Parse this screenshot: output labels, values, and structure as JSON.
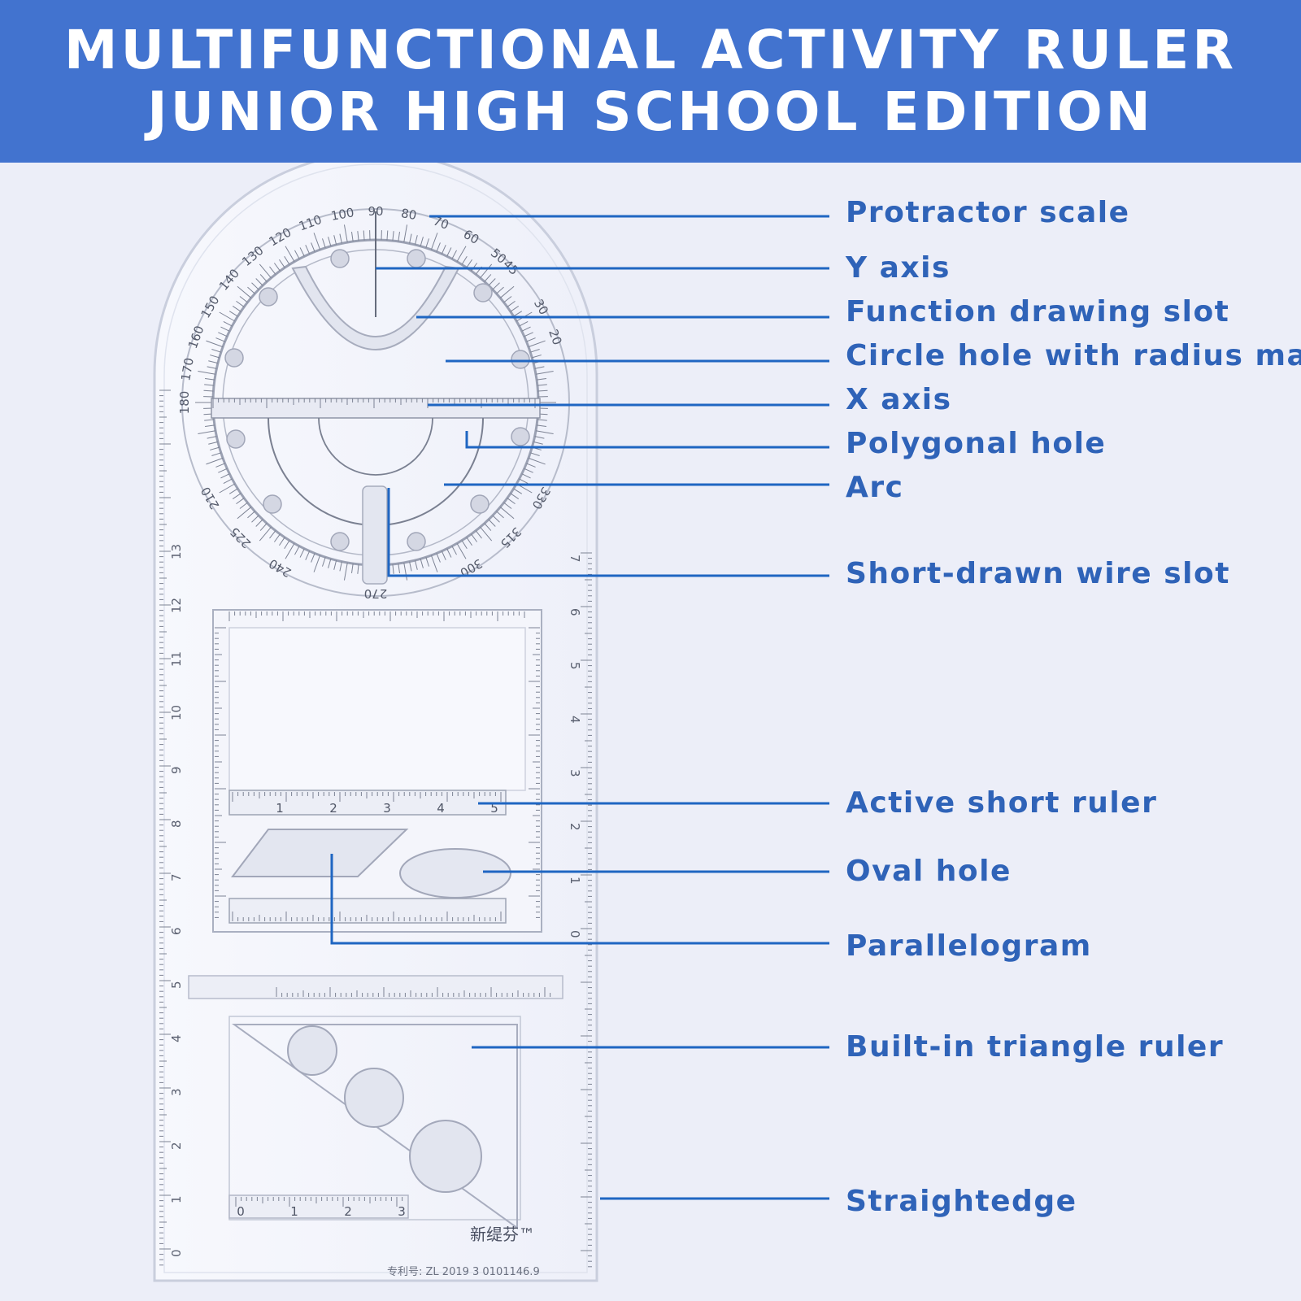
{
  "header": {
    "title_line1": "MULTIFUNCTIONAL ACTIVITY RULER",
    "title_line2": "JUNIOR HIGH SCHOOL EDITION",
    "background_color": "#4273cf"
  },
  "callouts": [
    {
      "label": "Protractor scale"
    },
    {
      "label": "Y axis"
    },
    {
      "label": "Function drawing slot"
    },
    {
      "label": "Circle hole with radius mark"
    },
    {
      "label": "X axis"
    },
    {
      "label": "Polygonal hole"
    },
    {
      "label": "Arc"
    },
    {
      "label": "Short-drawn wire slot"
    },
    {
      "label": "Active short ruler"
    },
    {
      "label": "Oval hole"
    },
    {
      "label": "Parallelogram"
    },
    {
      "label": "Built-in triangle ruler"
    },
    {
      "label": "Straightedge"
    }
  ],
  "ruler": {
    "protractor_labels": [
      "90",
      "100",
      "110",
      "120",
      "130",
      "140",
      "150",
      "160",
      "170",
      "180",
      "80",
      "70",
      "60",
      "50",
      "45",
      "30",
      "20",
      "210",
      "225",
      "240",
      "270",
      "300",
      "315",
      "330"
    ],
    "left_scale": [
      "13",
      "12",
      "11",
      "10",
      "9",
      "8",
      "7",
      "6",
      "5",
      "4",
      "3",
      "2",
      "1",
      "0"
    ],
    "right_scale": [
      "7",
      "6",
      "5",
      "4",
      "3",
      "2",
      "1",
      "0"
    ],
    "short_ruler_labels": [
      "1",
      "2",
      "3",
      "4",
      "5"
    ],
    "triangle_labels": [
      "0",
      "1",
      "2",
      "3"
    ],
    "brand": "新缇芬™",
    "patent": "专利号: ZL 2019 3 0101146.9",
    "line_color": "#1f66c2"
  }
}
